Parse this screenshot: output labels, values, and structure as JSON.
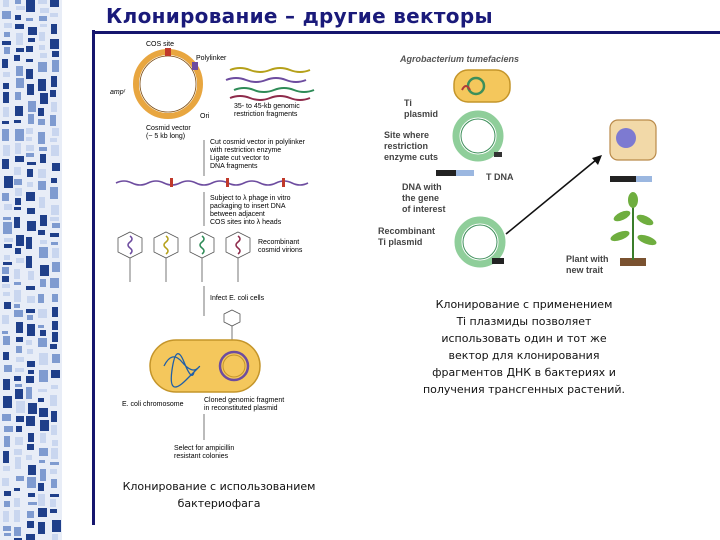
{
  "slide": {
    "title": "Клонирование – другие векторы"
  },
  "left_figure": {
    "labels": {
      "cos_site": "COS site",
      "polylinker": "Polylinker",
      "amp": "ampʳ",
      "ori": "Ori",
      "cosmid_vector": "Cosmid vector",
      "cosmid_size": "(~ 5 kb long)",
      "fragments_1": "35- to 45-kb genomic",
      "fragments_2": "restriction fragments",
      "step1_1": "Cut cosmid vector in polylinker",
      "step1_2": "with restriction enzyme",
      "step1_3": "Ligate cut vector to",
      "step1_4": "DNA fragments",
      "step2_1": "Subject to λ phage in vitro",
      "step2_2": "packaging to insert DNA",
      "step2_3": "between adjacent",
      "step2_4": "COS sites into λ heads",
      "virions_1": "Recombinant",
      "virions_2": "cosmid virions",
      "infect": "Infect E. coli cells",
      "chromosome": "E. coli chromosome",
      "cloned_1": "Cloned genomic fragment",
      "cloned_2": "in reconstituted plasmid",
      "select_1": "Select for ampicillin",
      "select_2": "resistant colonies"
    },
    "caption_line1": "Клонирование с использованием",
    "caption_line2": "бактериофага"
  },
  "right_figure": {
    "labels": {
      "agro": "Agrobacterium tumefaciens",
      "ti_1": "Ti",
      "ti_2": "plasmid",
      "site_1": "Site where",
      "site_2": "restriction",
      "site_3": "enzyme cuts",
      "tdna": "T DNA",
      "gene_1": "DNA with",
      "gene_2": "the gene",
      "gene_3": "of interest",
      "recomb_1": "Recombinant",
      "recomb_2": "Ti plasmid",
      "plant_1": "Plant with",
      "plant_2": "new trait"
    },
    "caption_lines": [
      "Клонирование с применением",
      "Ti плазмиды позволяет",
      "использовать один и тот же",
      "вектор для клонирования",
      "фрагментов ДНК в бактериях и",
      "получения трансгенных растений."
    ]
  },
  "colors": {
    "title": "#1a1a7a",
    "rule": "#16166e",
    "plasmid_orange": "#e8a640",
    "plasmid_green": "#8fce9a",
    "ecoli_fill": "#f4c75c"
  }
}
